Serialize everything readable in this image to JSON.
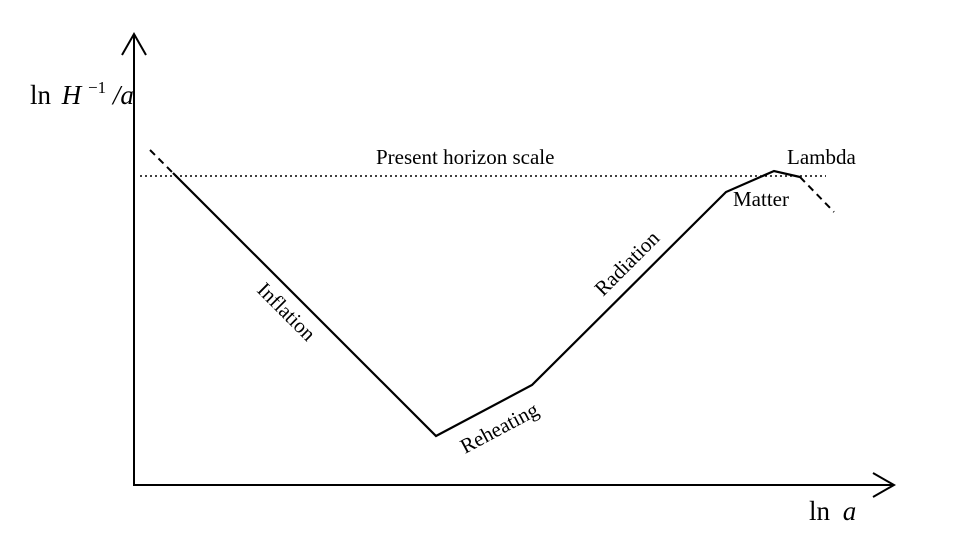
{
  "diagram": {
    "y_axis_label": {
      "prefix": "ln",
      "symbol": "H",
      "superscript": "−1",
      "suffix": "/a"
    },
    "x_axis_label": {
      "prefix": "ln",
      "symbol": "a"
    },
    "reference_line_label": "Present horizon scale",
    "phases": {
      "inflation": "Inflation",
      "reheating": "Reheating",
      "radiation": "Radiation",
      "matter": "Matter",
      "lambda": "Lambda"
    },
    "colors": {
      "ink": "#000000",
      "background": "#ffffff"
    }
  }
}
